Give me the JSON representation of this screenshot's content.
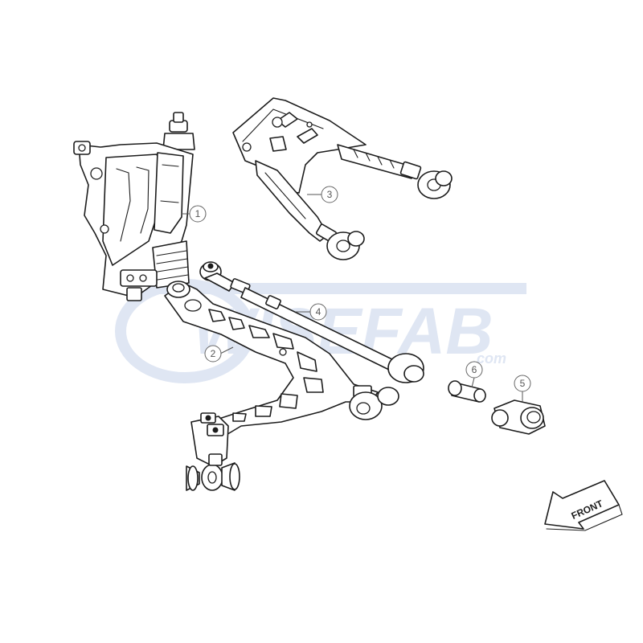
{
  "watermark": {
    "brand": "WISEFAB",
    "suffix": ".com",
    "color": "#dfe6f3"
  },
  "callouts": [
    {
      "id": "1",
      "label": "1"
    },
    {
      "id": "2",
      "label": "2"
    },
    {
      "id": "3",
      "label": "3"
    },
    {
      "id": "4",
      "label": "4"
    },
    {
      "id": "5",
      "label": "5"
    },
    {
      "id": "6",
      "label": "6"
    }
  ],
  "direction_arrow": {
    "label": "FRONT"
  },
  "colors": {
    "line": "#1c1c1c",
    "callout": "#666666",
    "background": "#ffffff"
  }
}
